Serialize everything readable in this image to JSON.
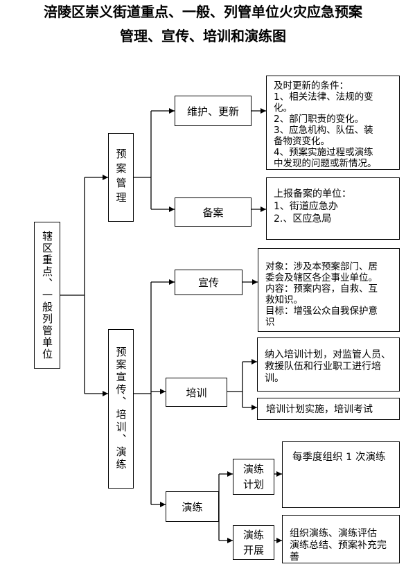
{
  "title_line1": "涪陵区崇义街道重点、一般、列管单位火灾应急预案",
  "title_line2": "管理、宣传、培训和演练图",
  "root": "辖区重点、一般列管单位",
  "plan_management": "预案管理",
  "plan_publicity": "预案宣传、培训、演练",
  "maintain_update": "维护、更新",
  "filing": "备案",
  "publicity": "宣传",
  "training": "培训",
  "drill": "演练",
  "drill_plan": "演练计划",
  "drill_conduct": "演练开展",
  "update_conditions": [
    "及时更新的条件：",
    "1、相关法律、法规的变",
    "化。",
    "2、部门职责的变化。",
    "3、应急机构、队伍、装",
    "备物资变化。",
    "4、预案实施过程或演练",
    "中发现的问题或新情况。"
  ],
  "filing_units": [
    "上报备案的单位：",
    "1、街道应急办",
    "2.、区应急局"
  ],
  "publicity_detail": [
    "对象：涉及本预案部门、居",
    "委会及辖区各企事业单位。",
    "内容：预案内容，自救、互",
    "救知识。",
    "目标：增强公众自我保护意",
    "识"
  ],
  "training_plan": [
    "纳入培训计划，对监管人员、",
    "救援队伍和行业职工进行培",
    "训。"
  ],
  "training_exec": "培训计划实施，培训考试",
  "drill_plan_detail": "每季度组织 1 次演练",
  "drill_conduct_detail": [
    "组织演练、演练评估",
    "演练总结、预案补充完",
    "善"
  ]
}
